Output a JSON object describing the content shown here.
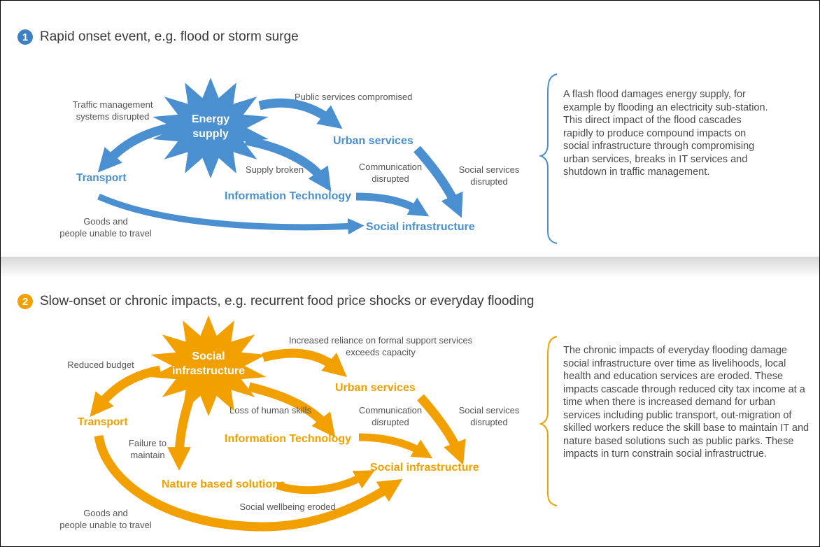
{
  "colors": {
    "blue": "#4a8fd0",
    "orange": "#f2a000",
    "text": "#555555"
  },
  "section1": {
    "number": "1",
    "title": "Rapid onset event, e.g. flood or storm surge",
    "center_node": [
      "Energy",
      "supply"
    ],
    "nodes": {
      "urban": "Urban services",
      "transport": "Transport",
      "it": "Information Technology",
      "social": "Social infrastructure"
    },
    "labels": {
      "traffic": [
        "Traffic management",
        "systems disrupted"
      ],
      "public": "Public services compromised",
      "supply": "Supply broken",
      "comm": [
        "Communication",
        "disrupted"
      ],
      "social_services": [
        "Social services",
        "disrupted"
      ],
      "goods": [
        "Goods and",
        "people unable to travel"
      ]
    },
    "description": "A flash flood damages energy supply, for example by flooding an electricity sub-station. This direct impact of the flood cascades rapidly to produce compound impacts on social infrastructure through compromising urban services, breaks in IT services and shutdown in traffic management."
  },
  "section2": {
    "number": "2",
    "title": "Slow-onset or chronic impacts, e.g. recurrent food price shocks or everyday flooding",
    "center_node": [
      "Social",
      "infrastructure"
    ],
    "nodes": {
      "urban": "Urban services",
      "transport": "Transport",
      "it": "Information Technology",
      "nature": "Nature based solutions",
      "social": "Social infrastructure"
    },
    "labels": {
      "budget": "Reduced budget",
      "reliance": [
        "Increased reliance on formal support services",
        "exceeds capacity"
      ],
      "skills": "Loss of human skills",
      "comm": [
        "Communication",
        "disrupted"
      ],
      "social_services": [
        "Social services",
        "disrupted"
      ],
      "failure": [
        "Failure to",
        "maintain"
      ],
      "wellbeing": "Social wellbeing eroded",
      "goods": [
        "Goods and",
        "people unable to travel"
      ]
    },
    "description": "The chronic impacts of everyday flooding damage social infrastructure over time as livelihoods, local health and education services are eroded. These impacts cascade through reduced city tax income at a time when there is increased demand for urban services including public transport, out-migration of skilled workers reduce the skill base to maintain IT and nature based solutions such as public parks. These impacts in turn constrain social infrastructrue."
  }
}
